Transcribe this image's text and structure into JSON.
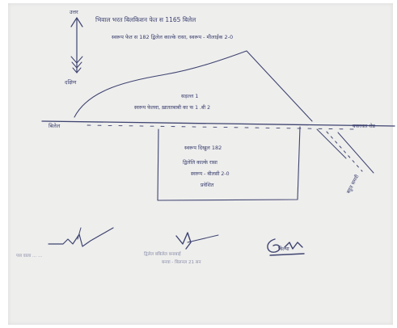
{
  "header": {
    "line1": "भिवाल भरत बिलकिशन फेत स 1165 बिलेल",
    "line2": "स्वरूप फेत स 182 द्विलेल काल्के रासा, स्वरूप - मीलाईक 2-0"
  },
  "compass": {
    "top_label": "उत्तर",
    "bottom_label": "दक्षिण"
  },
  "road": {
    "left_label": "बिलेल",
    "right_label": "बकरवल रोड"
  },
  "upper_plot": {
    "label": "सड़ल्ल 1",
    "sublabel": "स्वरूप फेलवा, ख़ाततबाबी का फ 1 .बी 2"
  },
  "lower_plot": {
    "line1": "स्वरूप दिखुल 182",
    "line2": "द्विलेलि काल्के रासा",
    "line3": "स्वरूप - बीलसी 2-0",
    "line4": "प्रवेशित"
  },
  "side_road_label": "बहुत समवी",
  "footer": {
    "left_caption": "पत्त वाला ... ...",
    "center_caption_1": "द्विलेल बबिलेल बनाबाई",
    "center_caption_2": "बनवा - बिलनल 21 सन",
    "right_signature": "विल्या"
  }
}
